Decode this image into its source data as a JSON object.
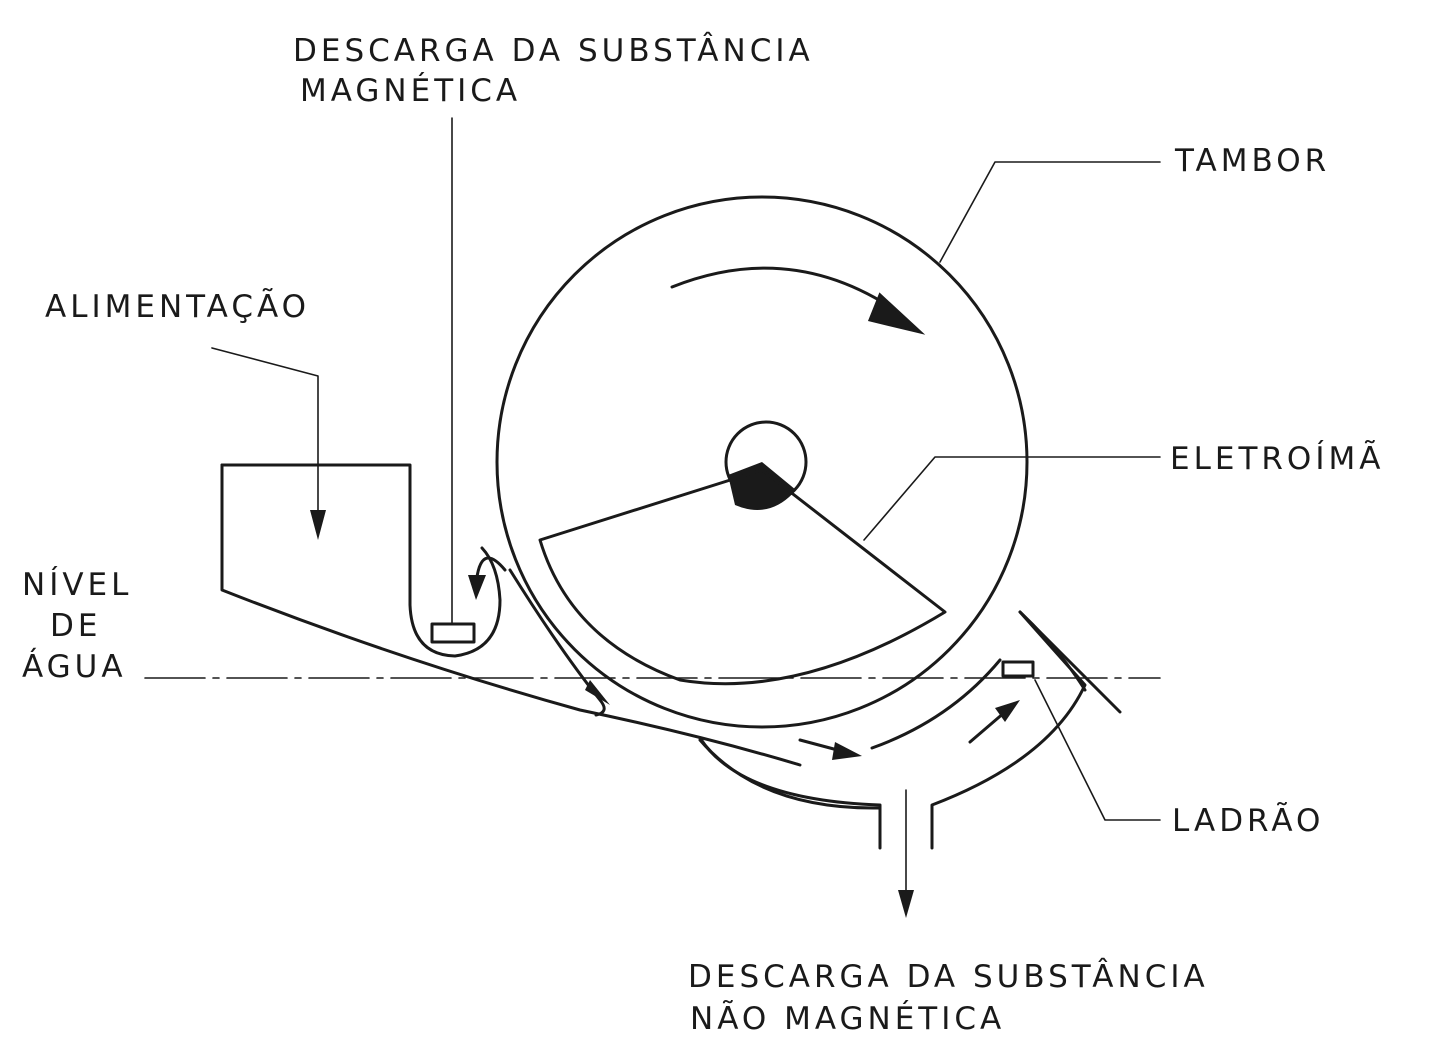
{
  "labels": {
    "discharge_magnetic_line1": "DESCARGA DA SUBSTÂNCIA",
    "discharge_magnetic_line2": "MAGNÉTICA",
    "drum": "TAMBOR",
    "feed": "ALIMENTAÇÃO",
    "electromagnet": "ELETROÍMÃ",
    "water_level_line1": "NÍVEL",
    "water_level_line2": "DE",
    "water_level_line3": "ÁGUA",
    "overflow": "LADRÃO",
    "discharge_nonmagnetic_line1": "DESCARGA DA SUBSTÂNCIA",
    "discharge_nonmagnetic_line2": "NÃO MAGNÉTICA"
  }
}
